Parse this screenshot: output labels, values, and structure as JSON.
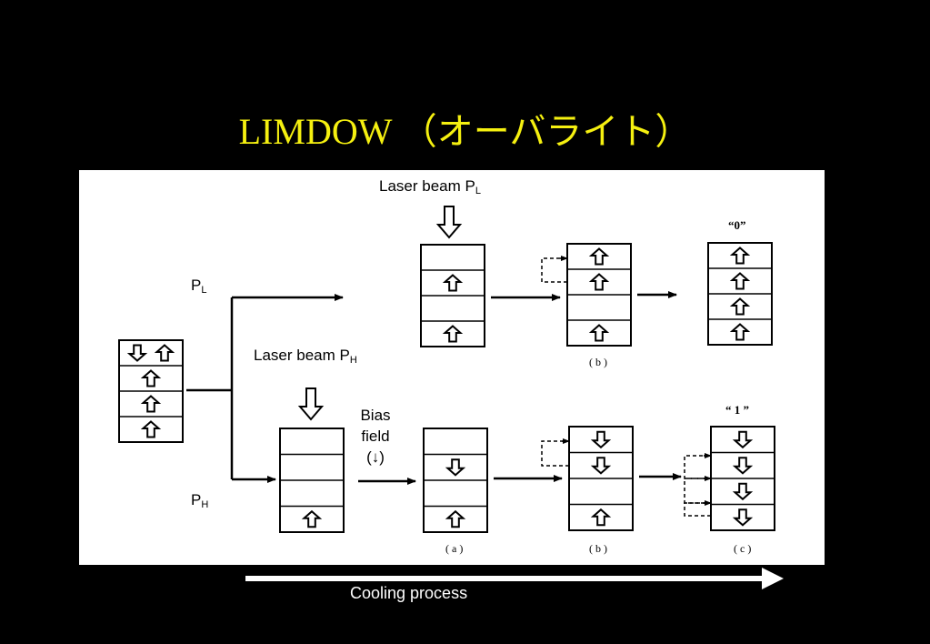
{
  "title": "LIMDOW （オーバライト）",
  "labels": {
    "laser_pl_main": "Laser beam P",
    "laser_pl_sub": "L",
    "laser_ph_main": "Laser beam P",
    "laser_ph_sub": "H",
    "pl_main": "P",
    "pl_sub": "L",
    "ph_main": "P",
    "ph_sub": "H",
    "bias_line1": "Bias",
    "bias_line2": "field",
    "bias_line3": "(↓)"
  },
  "captions": {
    "top_b": "( b )",
    "bottom_a": "( a )",
    "bottom_b": "( b )",
    "bottom_c": "( c )"
  },
  "bit_labels": {
    "zero": "“0”",
    "one": "“ 1 ”"
  },
  "footer": {
    "cooling": "Cooling process"
  },
  "stacks": {
    "initial": [
      [
        "down",
        "up"
      ],
      [
        "up"
      ],
      [
        "up"
      ],
      [
        "up"
      ]
    ],
    "top_a": [
      [],
      [
        "up"
      ],
      [],
      [
        "up"
      ]
    ],
    "top_b": [
      [
        "up"
      ],
      [
        "up"
      ],
      [],
      [
        "up"
      ]
    ],
    "top_c": [
      [
        "up"
      ],
      [
        "up"
      ],
      [
        "up"
      ],
      [
        "up"
      ]
    ],
    "bottom_heated": [
      [],
      [],
      [],
      [
        "up"
      ]
    ],
    "bottom_a": [
      [],
      [
        "down"
      ],
      [],
      [
        "up"
      ]
    ],
    "bottom_b": [
      [
        "down"
      ],
      [
        "down"
      ],
      [],
      [
        "up"
      ]
    ],
    "bottom_c": [
      [
        "down"
      ],
      [
        "down"
      ],
      [
        "down"
      ],
      [
        "down"
      ]
    ]
  },
  "colors": {
    "background": "#000000",
    "title": "#f5f010",
    "panel": "#ffffff",
    "ink": "#000000"
  }
}
